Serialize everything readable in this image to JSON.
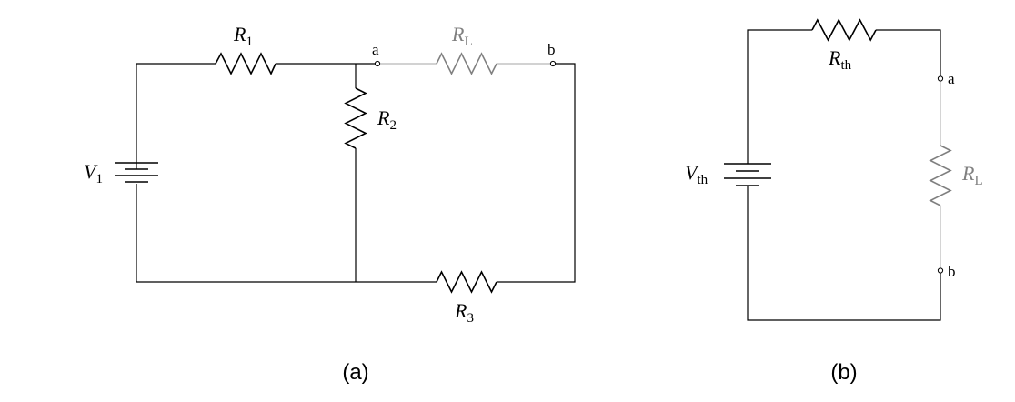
{
  "diagram_a": {
    "caption": "(a)",
    "source": {
      "symbol": "V",
      "subscript": "1"
    },
    "resistors": {
      "r1": {
        "symbol": "R",
        "subscript": "1"
      },
      "r2": {
        "symbol": "R",
        "subscript": "2"
      },
      "r3": {
        "symbol": "R",
        "subscript": "3"
      },
      "rl": {
        "symbol": "R",
        "subscript": "L"
      }
    },
    "terminals": {
      "a": "a",
      "b": "b"
    }
  },
  "diagram_b": {
    "caption": "(b)",
    "source": {
      "symbol": "V",
      "subscript": "th"
    },
    "resistors": {
      "rth": {
        "symbol": "R",
        "subscript": "th"
      },
      "rl": {
        "symbol": "R",
        "subscript": "L"
      }
    },
    "terminals": {
      "a": "a",
      "b": "b"
    }
  },
  "colors": {
    "wire": "#000000",
    "load": "#808080",
    "load_wire": "#b8b8b8"
  }
}
